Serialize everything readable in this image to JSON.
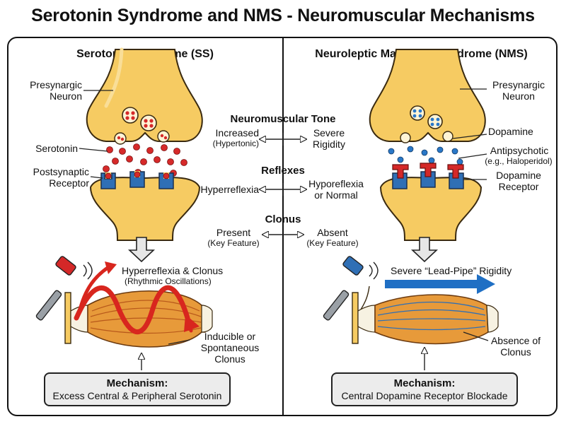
{
  "title": "Serotonin Syndrome and NMS - Neuromuscular Mechanisms",
  "left": {
    "heading": "Serotonin Syndrome (SS)",
    "presynaptic": "Presynargic\nNeuron",
    "neurotransmitter": "Serotonin",
    "receptor": "Postsynaptic\nReceptor",
    "effect_title": "Hyperreflexia & Clonus",
    "effect_sub": "(Rhythmic Oscillations)",
    "clonus_note": "Inducible or\nSpontaneous\nClonus",
    "mechanism_label": "Mechanism:",
    "mechanism_text": "Excess Central & Peripheral Serotonin"
  },
  "right": {
    "heading": "Neuroleptic Malignant Syndrome (NMS)",
    "presynaptic": "Presynargic\nNeuron",
    "neurotransmitter": "Dopamine",
    "drug": "Antipsychotic",
    "drug_example": "(e.g., Haloperidol)",
    "receptor": "Dopamine\nReceptor",
    "effect_title": "Severe “Lead-Pipe” Rigidity",
    "clonus_note": "Absence of\nClonus",
    "mechanism_label": "Mechanism:",
    "mechanism_text": "Central Dopamine Receptor Blockade"
  },
  "comparison": {
    "tone": {
      "header": "Neuromuscular Tone",
      "ss": "Increased",
      "ss_sub": "(Hypertonic)",
      "nms": "Severe\nRigidity"
    },
    "reflexes": {
      "header": "Reflexes",
      "ss": "Hyperreflexia",
      "nms": "Hyporeflexia\nor Normal"
    },
    "clonus": {
      "header": "Clonus",
      "ss": "Present",
      "ss_sub": "(Key Feature)",
      "nms": "Absent",
      "nms_sub": "(Key Feature)"
    }
  },
  "colors": {
    "neuron": "#f6cb62",
    "neuron_outline": "#3a2a10",
    "serotonin": "#d62a2a",
    "dopamine": "#2a78c8",
    "receptor": "#2f6fb5",
    "antipsychotic": "#d42828",
    "muscle": "#e79a3a",
    "clonus_wave": "#d8261e",
    "rigidity_arrow": "#1f6fc4",
    "mechanism_box": "#ececec"
  }
}
